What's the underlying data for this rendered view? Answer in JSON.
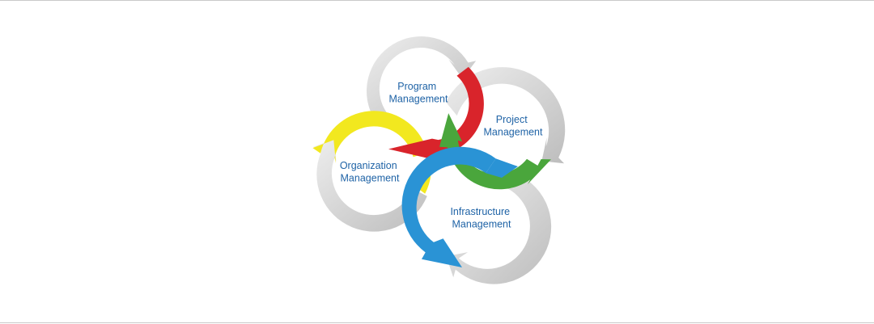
{
  "diagram": {
    "colors": {
      "gray": "#d3d3d3",
      "red": "#d9242b",
      "yellow": "#f2e81f",
      "green": "#4aa63c",
      "blue": "#2a93d5",
      "label": "#1f63a6"
    },
    "cycles": [
      {
        "id": "program",
        "line1": "Program",
        "line2": "Management",
        "accent": "red"
      },
      {
        "id": "project",
        "line1": "Project",
        "line2": "Management",
        "accent": "green"
      },
      {
        "id": "organization",
        "line1": "Organization",
        "line2": "Management",
        "accent": "yellow"
      },
      {
        "id": "infrastructure",
        "line1": "Infrastructure",
        "line2": "Management",
        "accent": "blue"
      }
    ]
  }
}
